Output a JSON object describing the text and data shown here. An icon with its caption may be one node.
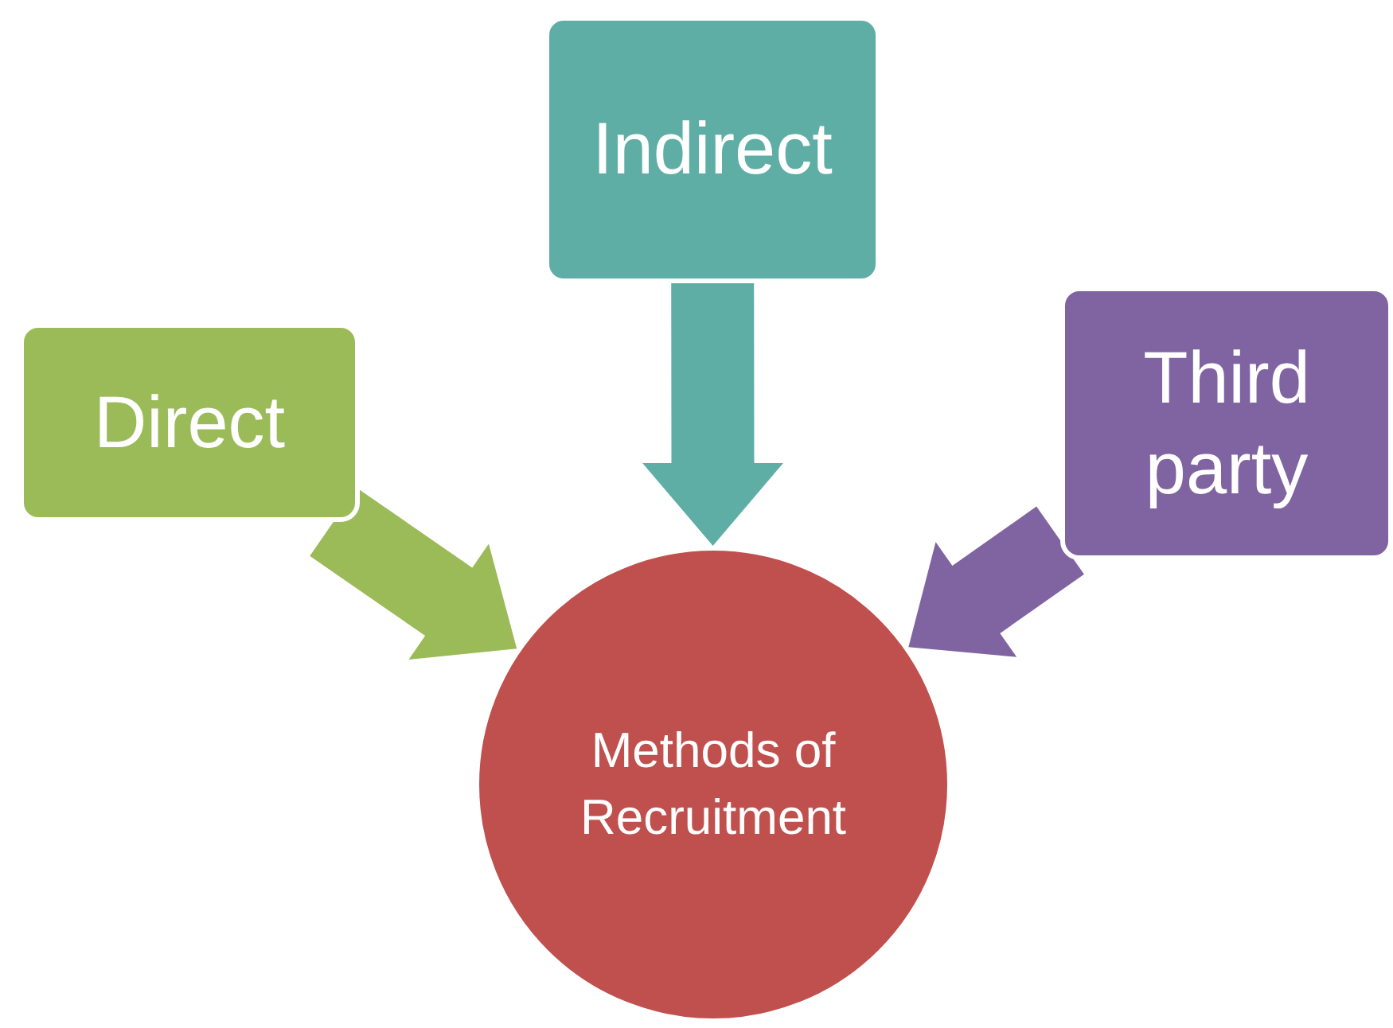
{
  "diagram": {
    "nodes": [
      {
        "text": [
          "Direct"
        ]
      },
      {
        "text": [
          "Indirect"
        ]
      },
      {
        "text": [
          "Third party"
        ]
      },
      {
        "text": [
          "Methods of Recruitment"
        ]
      }
    ],
    "edges": [
      {
        "from": 0,
        "to": 3,
        "arrow": "to",
        "style": "thick",
        "color": "#9bbb59"
      },
      {
        "from": 1,
        "to": 3,
        "arrow": "to",
        "style": "thick",
        "color": "#5faea6"
      },
      {
        "from": 2,
        "to": 3,
        "arrow": "to",
        "style": "thick",
        "color": "#8064a2"
      }
    ]
  }
}
